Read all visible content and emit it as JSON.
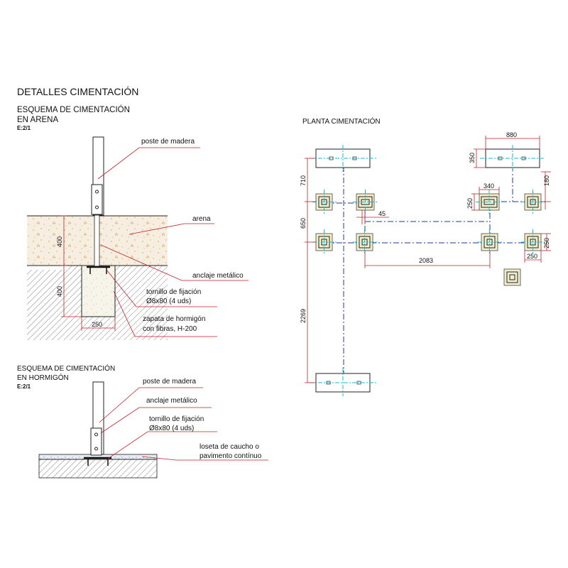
{
  "page": {
    "title": "DETALLES CIMENTACIÓN"
  },
  "detail_sand": {
    "title_line1": "ESQUEMA DE CIMENTACIÓN",
    "title_line2": "EN ARENA",
    "scale": "E:2/1",
    "labels": {
      "post": "poste de madera",
      "sand": "arena",
      "anchor": "anclaje metálico",
      "screw_line1": "tornillo de fijación",
      "screw_line2": "Ø8x80 (4 uds)",
      "footing_line1": "zapata de hormigón",
      "footing_line2": "con fibras, H-200"
    },
    "dimensions": {
      "sand_depth": "400",
      "footing_depth": "400",
      "footing_width": "250"
    }
  },
  "detail_concrete": {
    "title_line1": "ESQUEMA DE CIMENTACIÓN",
    "title_line2": "EN HORMIGÓN",
    "scale": "E:2/1",
    "labels": {
      "post": "poste de madera",
      "anchor": "anclaje metálico",
      "screw_line1": "tornillo de fijación",
      "screw_line2": "Ø8x80 (4 uds)",
      "tile_line1": "loseta de caucho o",
      "tile_line2": "pavimento contínuo"
    }
  },
  "plan": {
    "title": "PLANTA CIMENTACIÓN",
    "dimensions": {
      "d880": "880",
      "d350": "350",
      "d710": "710",
      "d180": "180",
      "d340": "340",
      "d250_left": "250",
      "d45": "45",
      "d650": "650",
      "d250_right": "250",
      "d250_bottom": "250",
      "d2083": "2083",
      "d2269": "2269"
    }
  },
  "colors": {
    "dimension_line": "#c0202a",
    "axis_blue": "#203a9a",
    "axis_cyan": "#18b8d0",
    "footing_fill": "#f3efcd",
    "sand_fill": "#f4ecdc",
    "concrete_fill": "#f6f3e6"
  }
}
